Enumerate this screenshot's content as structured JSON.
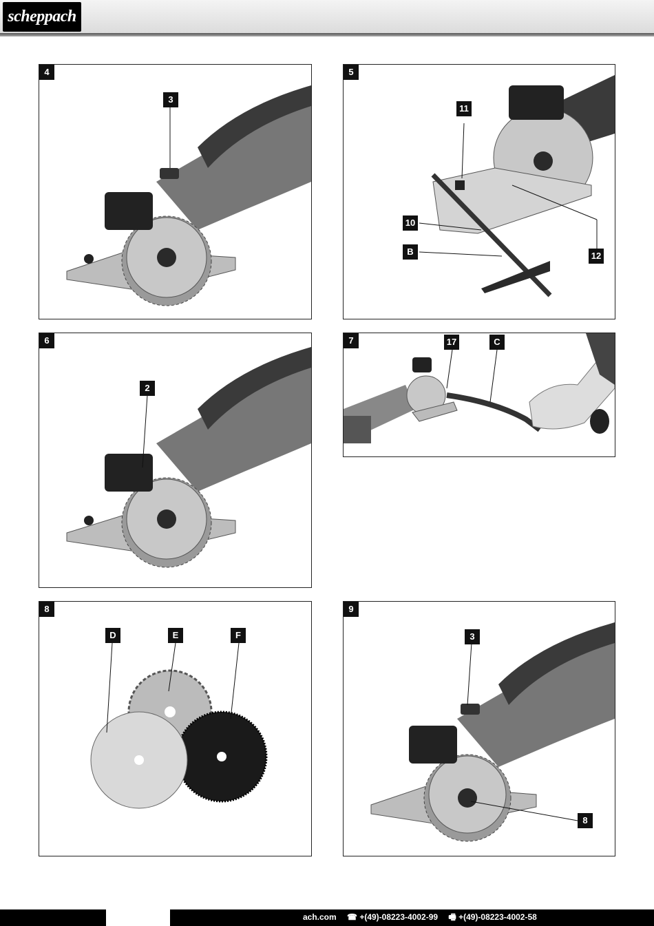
{
  "header": {
    "brand": "scheppach"
  },
  "figures": {
    "fig4": {
      "number": "4",
      "callouts": [
        "3"
      ]
    },
    "fig5": {
      "number": "5",
      "callouts": [
        "11",
        "10",
        "B",
        "12"
      ]
    },
    "fig6": {
      "number": "6",
      "callouts": [
        "2"
      ]
    },
    "fig7": {
      "number": "7",
      "callouts": [
        "17",
        "C"
      ]
    },
    "fig8": {
      "number": "8",
      "callouts": [
        "D",
        "E",
        "F"
      ]
    },
    "fig9": {
      "number": "9",
      "callouts": [
        "3",
        "8"
      ]
    }
  },
  "footer": {
    "website": "ach.com",
    "phone": "☎ +(49)-08223-4002-99",
    "fax": "🖷 +(49)-08223-4002-58"
  }
}
